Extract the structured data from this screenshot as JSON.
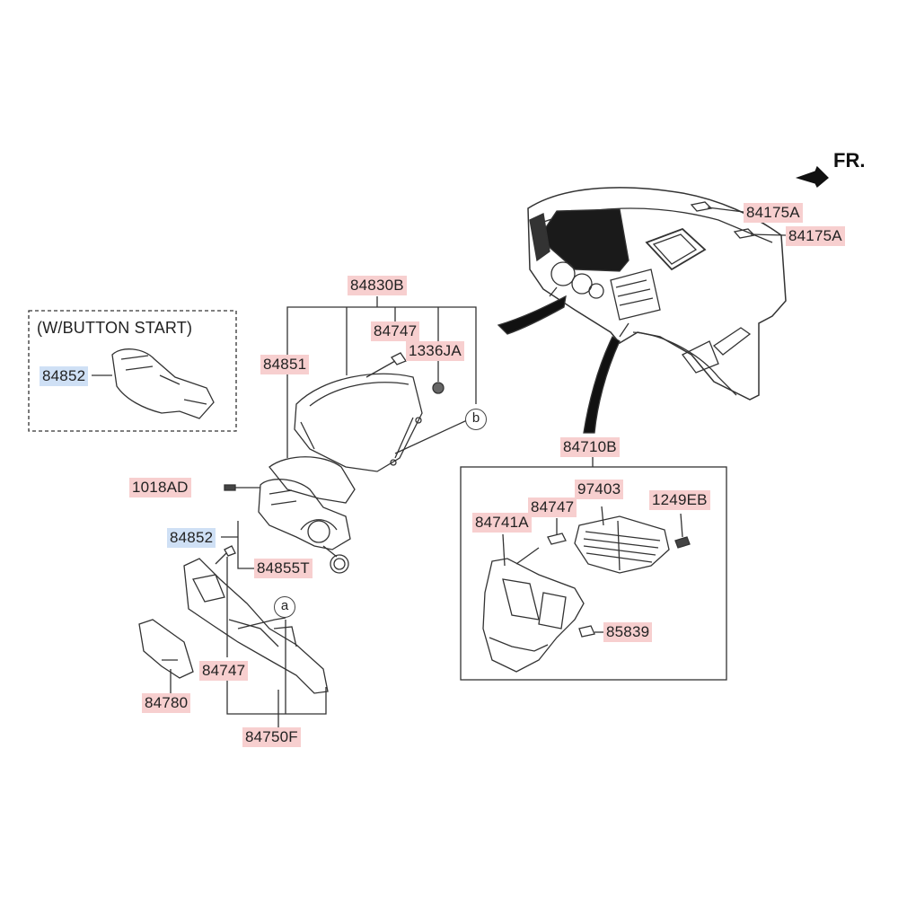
{
  "direction_label": "FR.",
  "button_start_note": "(W/BUTTON START)",
  "callouts": {
    "a": "a",
    "b": "b"
  },
  "parts": {
    "p84175A_1": "84175A",
    "p84175A_2": "84175A",
    "p84830B": "84830B",
    "p84747_top": "84747",
    "p1336JA": "1336JA",
    "p84851": "84851",
    "p84852_inset": "84852",
    "p1018AD": "1018AD",
    "p84852": "84852",
    "p84855T": "84855T",
    "p84747_lower": "84747",
    "p84780": "84780",
    "p84750F": "84750F",
    "p84710B": "84710B",
    "p97403": "97403",
    "p84747_right": "84747",
    "p1249EB": "1249EB",
    "p84741A": "84741A",
    "p85839": "85839"
  },
  "colors": {
    "part_highlight": "#f7cfcf",
    "alt_part_highlight": "#cfe0f5",
    "line": "#333333"
  }
}
